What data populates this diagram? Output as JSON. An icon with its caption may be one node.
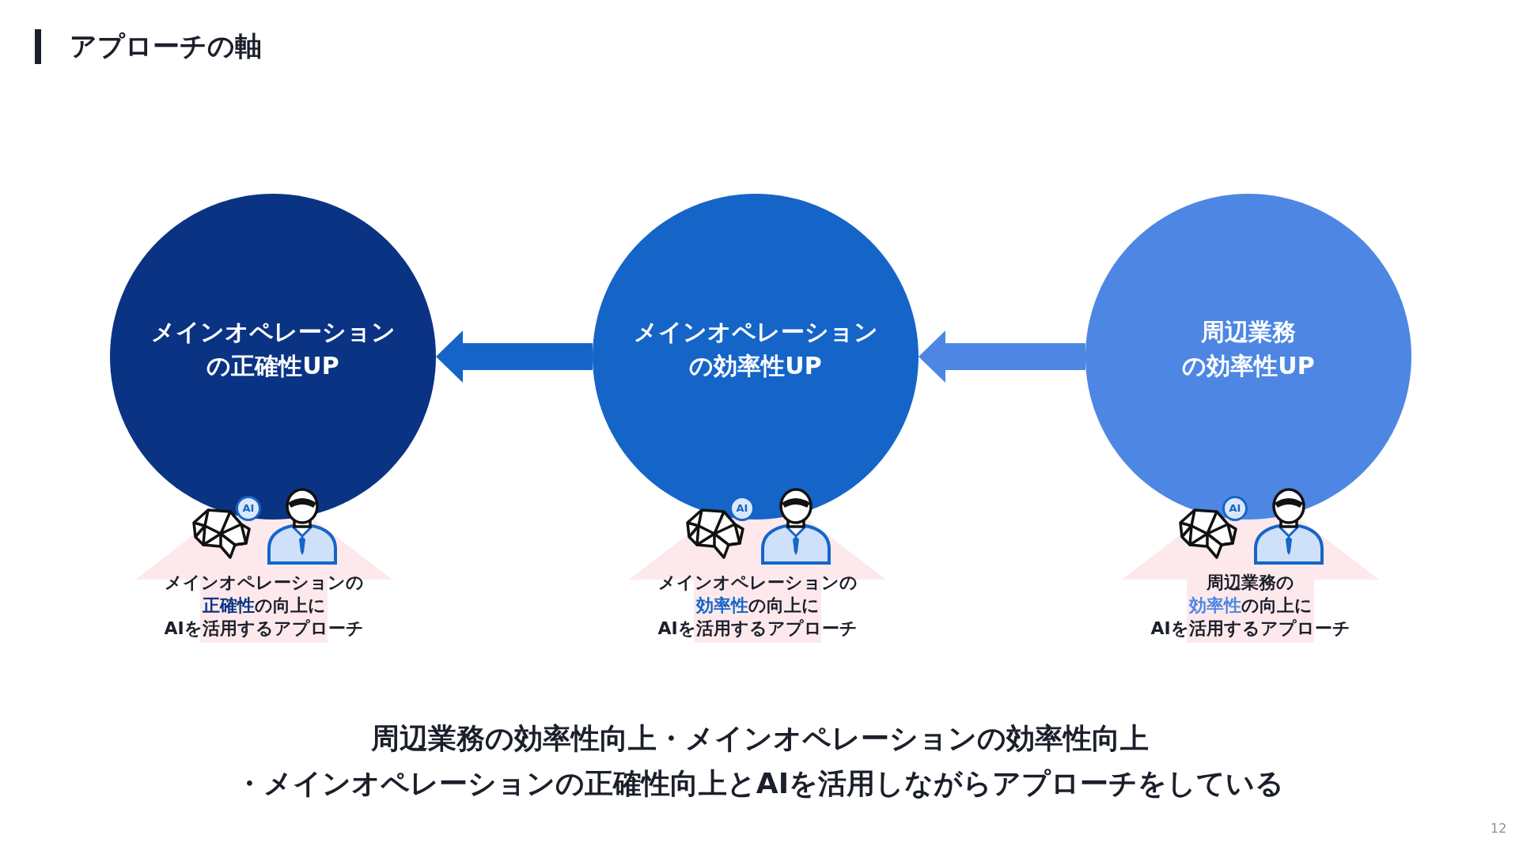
{
  "diagram": {
    "title": "アプローチの軸",
    "caption": "周辺業務の効率性向上・メインオペレーションの効率性向上・メインオペレーションの正確性向上とAIを活用しながらアプローチをしている",
    "nodes": [
      {
        "text": [
          "メインオペレーションの正確性UP"
        ]
      },
      {
        "text": [
          "メインオペレーションの効率性UP"
        ]
      },
      {
        "text": [
          "周辺業務の効率性UP"
        ]
      },
      {
        "text": [
          "メインオペレーションの**正確性**の向上にAIを活用するアプローチ"
        ]
      },
      {
        "text": [
          "メインオペレーションの**効率性**の向上にAIを活用するアプローチ"
        ]
      },
      {
        "text": [
          "周辺業務の**効率性**の向上にAIを活用するアプローチ"
        ]
      }
    ],
    "edges": [
      {
        "from": 1,
        "to": 0,
        "arrow": "to",
        "color": "#1565c8"
      },
      {
        "from": 2,
        "to": 1,
        "arrow": "to",
        "color": "#4d87e3"
      }
    ],
    "labels": [
      "AI",
      "AI",
      "AI",
      "12"
    ]
  }
}
